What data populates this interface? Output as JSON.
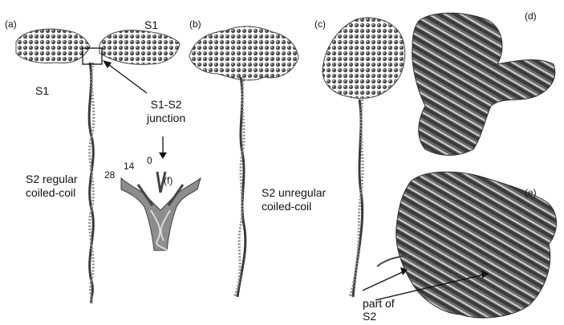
{
  "figure": {
    "panel_labels": {
      "a": "(a)",
      "b": "(b)",
      "c": "(c)",
      "d": "(d)",
      "e": "(e)",
      "f": "(f)"
    },
    "labels": {
      "s1_top_right": "S1",
      "s1_left": "S1",
      "junction": "S1-S2\njunction",
      "s2_regular": "S2 regular\ncoiled-coil",
      "s2_unregular": "S2 unregular\ncoiled-coil",
      "part_of_s2": "part of\nS2",
      "heptad_0": "0",
      "heptad_14": "14",
      "heptad_28": "28"
    },
    "colors": {
      "structure": "#5b5b5b",
      "light": "#bdbdbd",
      "dark": "#2d2d2d"
    }
  }
}
